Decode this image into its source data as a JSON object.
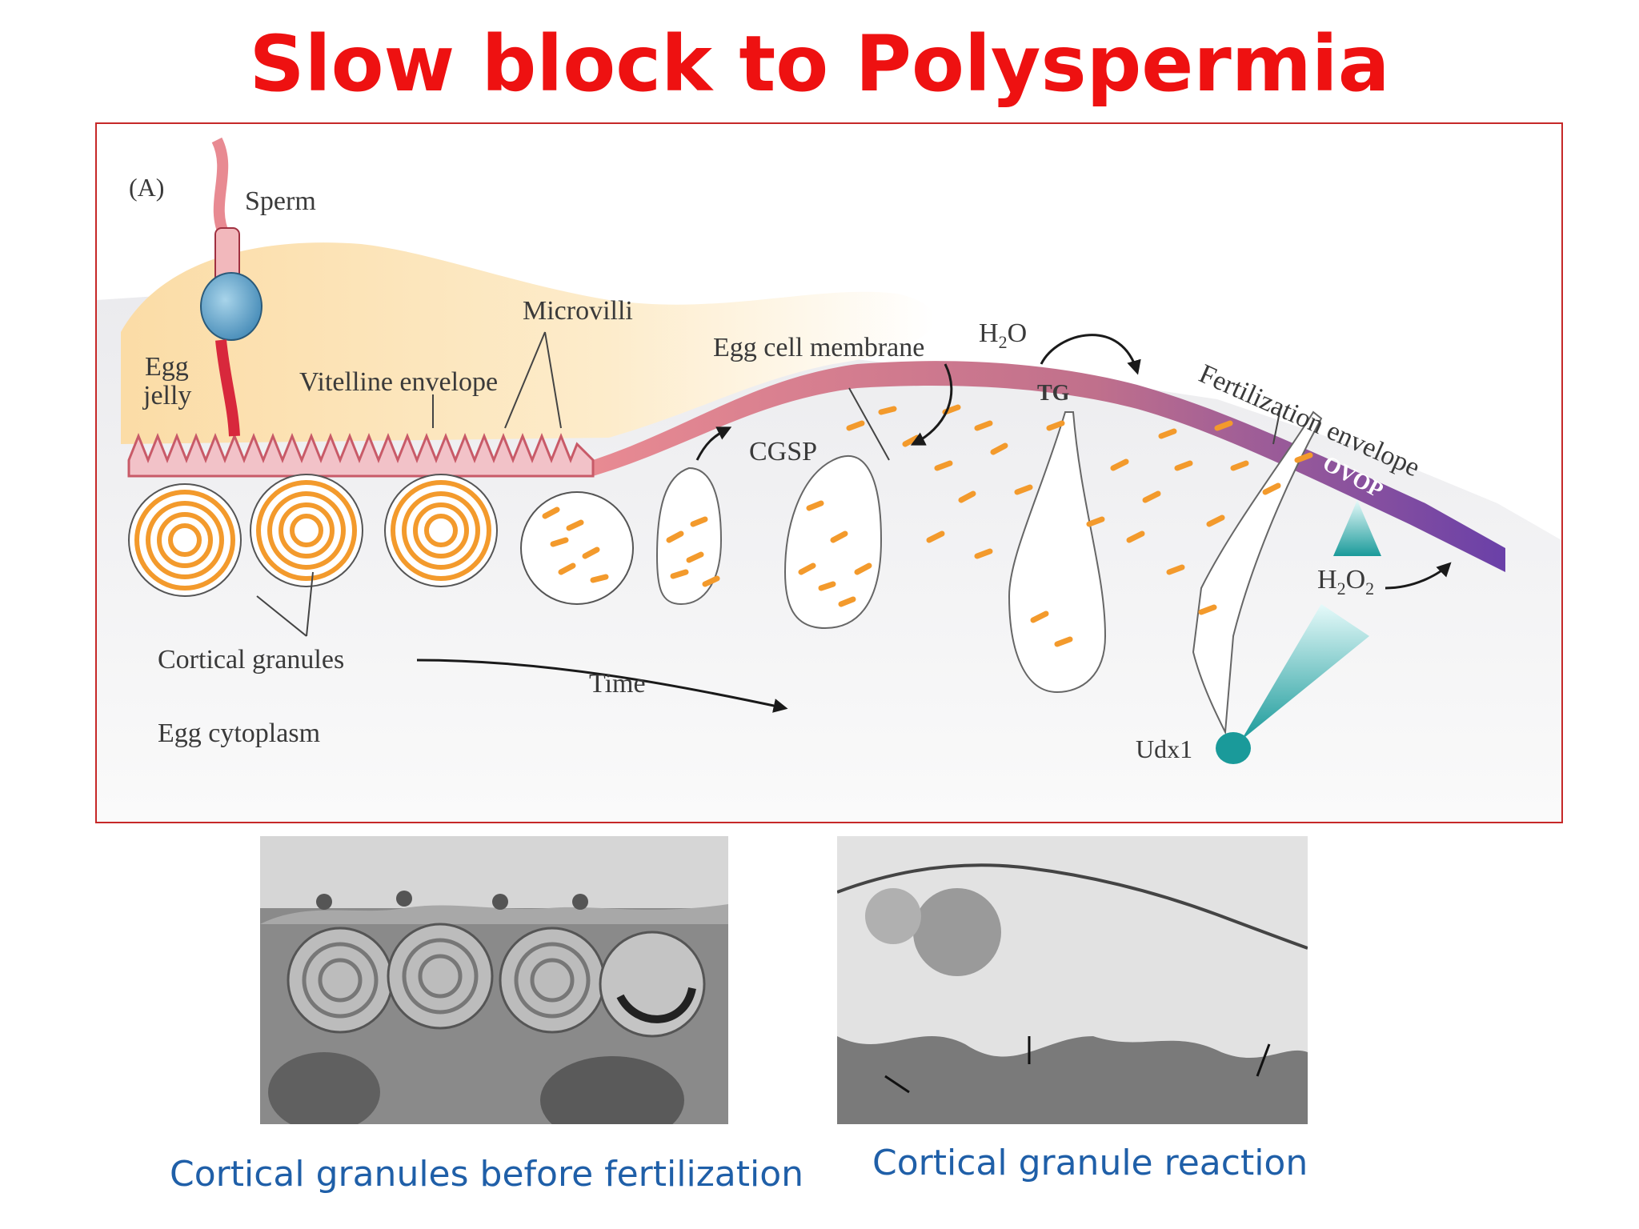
{
  "title": "Slow block to Polyspermia",
  "diagram": {
    "panel_label": "(A)",
    "labels": {
      "sperm": "Sperm",
      "egg_jelly_1": "Egg",
      "egg_jelly_2": "jelly",
      "vitelline_envelope": "Vitelline envelope",
      "microvilli": "Microvilli",
      "egg_cell_membrane": "Egg cell membrane",
      "h2o_main": "H",
      "h2o_sub": "2",
      "h2o_end": "O",
      "tg": "TG",
      "fertilization_envelope": "Fertilization envelope",
      "ovop": "OVOP",
      "cgsp": "CGSP",
      "h2o2_main": "H",
      "h2o2_sub1": "2",
      "h2o2_mid": "O",
      "h2o2_sub2": "2",
      "cortical_granules": "Cortical granules",
      "time": "Time",
      "egg_cytoplasm": "Egg cytoplasm",
      "udx1": "Udx1"
    },
    "colors": {
      "granule_orange": "#f39a2c",
      "jelly": "#fbe3b4",
      "microvilli": "#e0707c",
      "envelope_purple": "#7a48a8",
      "udx1_teal": "#1a9a9a"
    }
  },
  "micrographs": {
    "left_caption": "Cortical granules before fertilization",
    "right_caption": "Cortical granule reaction"
  }
}
